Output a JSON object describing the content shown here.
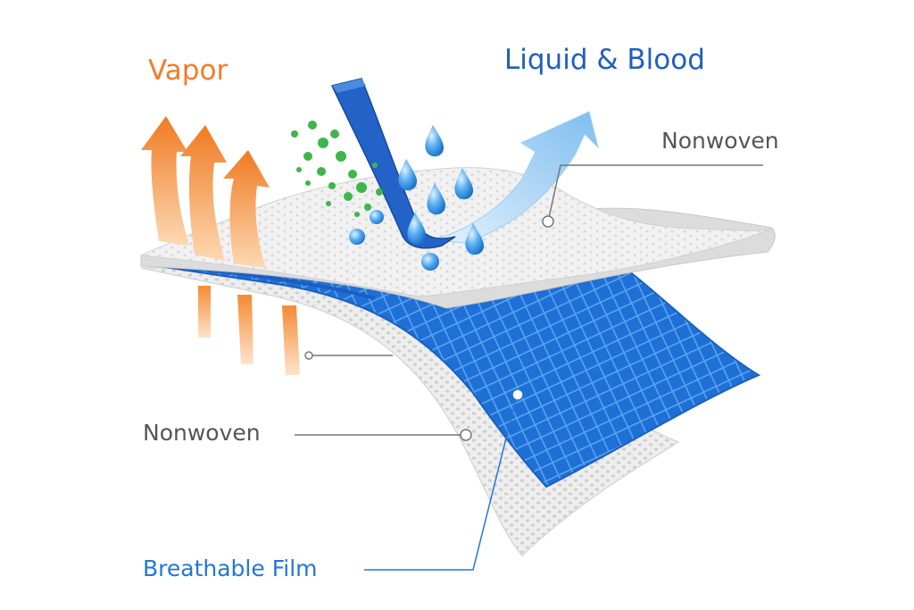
{
  "labels": {
    "vapor": "Vapor",
    "liquid_blood": "Liquid & Blood",
    "nonwoven_top": "Nonwoven",
    "nonwoven_bottom": "Nonwoven",
    "breathable_film": "Breathable Film"
  },
  "colors": {
    "vapor": "#ef7d2a",
    "liquid_blood": "#1f5fbf",
    "nonwoven_text": "#555555",
    "film": "#2376d8",
    "pointer": "#777777",
    "vapor_particles": "#3fb54a",
    "droplets": "#2f8fe0",
    "exit_arrow": "#8cc6f2"
  },
  "icons": {
    "vapor_arrows": "orange-up-arrow-icon",
    "liquid_arrow": "blue-bent-arrow-icon",
    "particles": "green-dot-icon",
    "droplets": "water-drop-icon"
  }
}
